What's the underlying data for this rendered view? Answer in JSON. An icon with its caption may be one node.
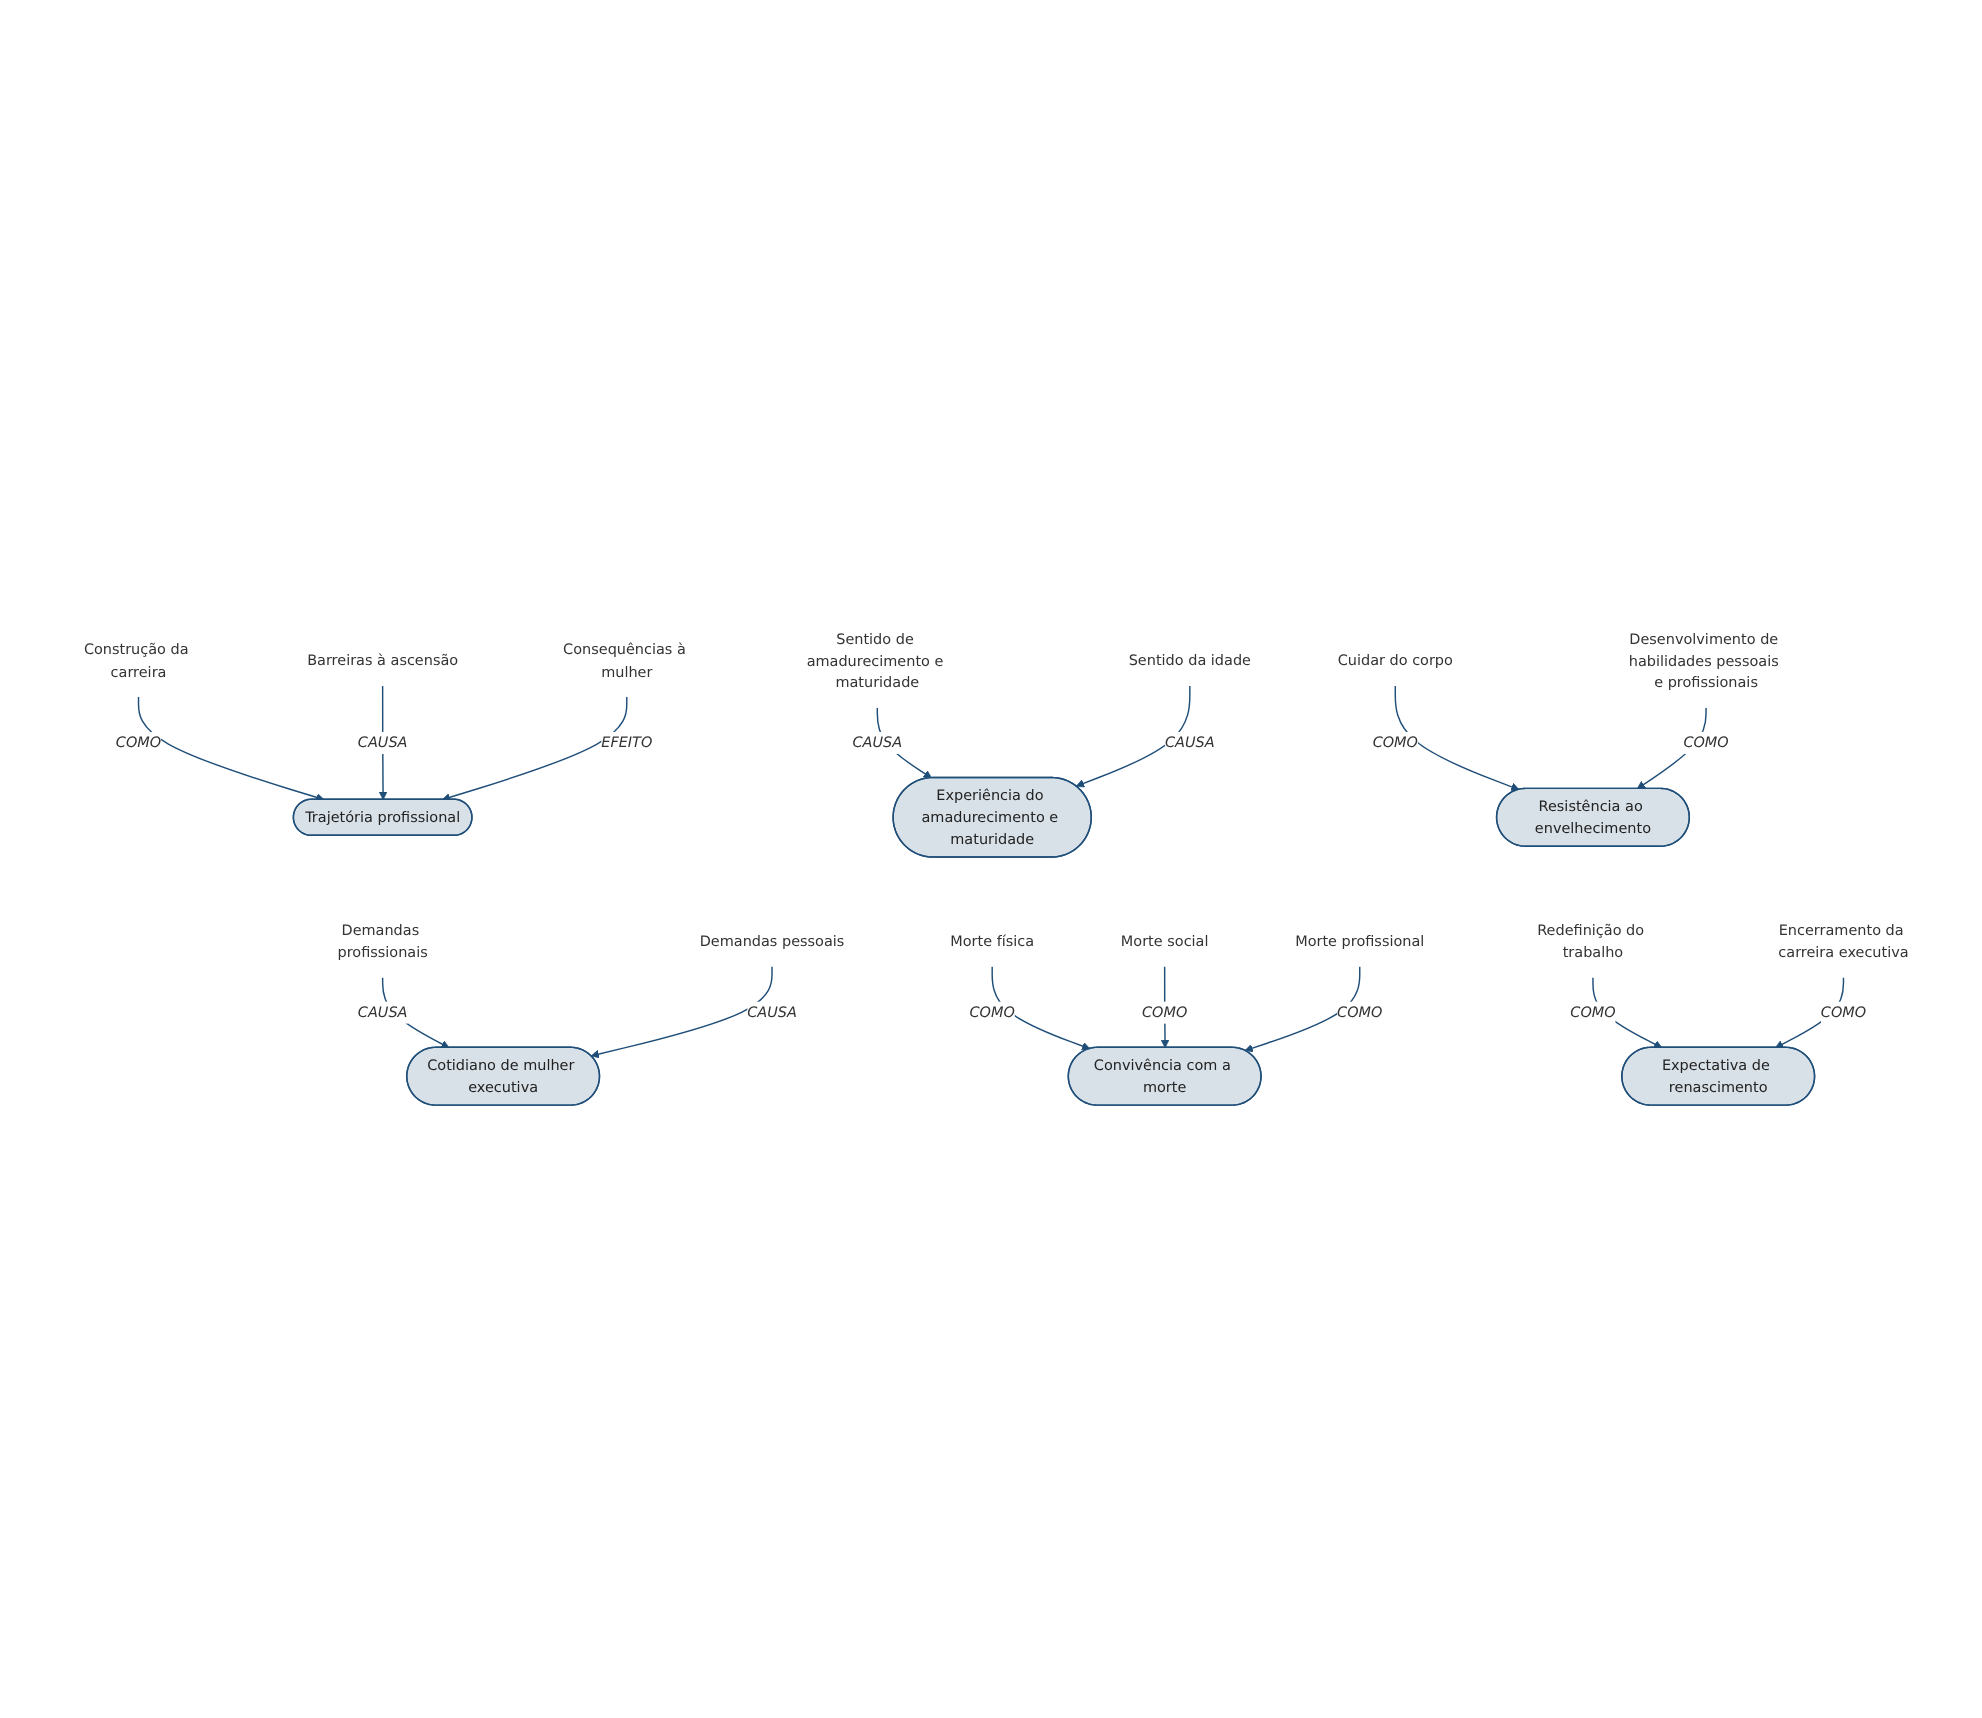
{
  "diagram": {
    "nodes": [
      {
        "text": [
          "Construção da carreira"
        ]
      },
      {
        "text": [
          "Trajetória profissional"
        ]
      },
      {
        "text": [
          "Barreiras à ascensão"
        ]
      },
      {
        "text": [
          "Consequências à mulher"
        ]
      },
      {
        "text": [
          "Sentido de amadurecimento e maturidade"
        ]
      },
      {
        "text": [
          "Experiência do amadurecimento e maturidade"
        ]
      },
      {
        "text": [
          "Sentido da idade"
        ]
      },
      {
        "text": [
          "Cuidar do corpo"
        ]
      },
      {
        "text": [
          "Resistência ao envelhecimento"
        ]
      },
      {
        "text": [
          "Desenvolvimento de habilidades pessoais e profissionais"
        ]
      },
      {
        "text": [
          "Demandas profissionais"
        ]
      },
      {
        "text": [
          "Cotidiano de mulher executiva"
        ]
      },
      {
        "text": [
          "Demandas pessoais"
        ]
      },
      {
        "text": [
          "Morte física"
        ]
      },
      {
        "text": [
          "Morte social"
        ]
      },
      {
        "text": [
          "Convivência com a morte"
        ]
      },
      {
        "text": [
          "Morte profissional"
        ]
      },
      {
        "text": [
          "Redefinição do trabalho"
        ]
      },
      {
        "text": [
          "Expectativa de renascimento"
        ]
      },
      {
        "text": [
          "Encerramento da carreira executiva"
        ]
      }
    ],
    "edges": [
      {
        "from": 0,
        "to": 1,
        "arrow": "to",
        "label": "COMO"
      },
      {
        "from": 2,
        "to": 1,
        "arrow": "to",
        "label": "CAUSA"
      },
      {
        "from": 3,
        "to": 1,
        "arrow": "to",
        "label": "EFEITO"
      },
      {
        "from": 4,
        "to": 5,
        "arrow": "to",
        "label": "CAUSA"
      },
      {
        "from": 6,
        "to": 5,
        "arrow": "to",
        "label": "CAUSA"
      },
      {
        "from": 7,
        "to": 8,
        "arrow": "to",
        "label": "COMO"
      },
      {
        "from": 9,
        "to": 8,
        "arrow": "to",
        "label": "COMO"
      },
      {
        "from": 10,
        "to": 11,
        "arrow": "to",
        "label": "CAUSA"
      },
      {
        "from": 12,
        "to": 11,
        "arrow": "to",
        "label": "CAUSA"
      },
      {
        "from": 13,
        "to": 15,
        "arrow": "to",
        "label": "COMO"
      },
      {
        "from": 14,
        "to": 15,
        "arrow": "to",
        "label": "COMO"
      },
      {
        "from": 16,
        "to": 15,
        "arrow": "to",
        "label": "COMO"
      },
      {
        "from": 17,
        "to": 18,
        "arrow": "to",
        "label": "COMO"
      },
      {
        "from": 19,
        "to": 18,
        "arrow": "to",
        "label": "COMO"
      }
    ]
  }
}
